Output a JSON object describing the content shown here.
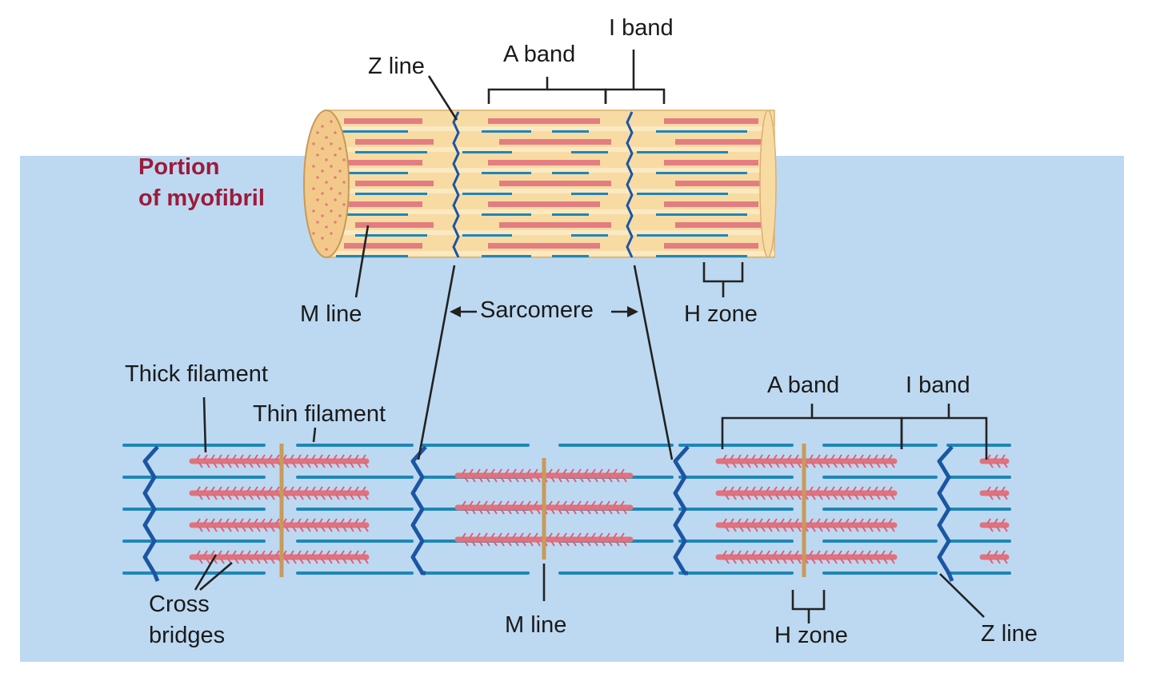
{
  "colors": {
    "panel": "#bdd9f1",
    "cylinder": "#f7dba3",
    "cylinder_end": "#f3c98a",
    "cylinder_light": "#fbecc9",
    "thick": "#e0727d",
    "thin": "#1f86b8",
    "zline": "#1b56a3",
    "mline": "#c99a5c",
    "bridge": "#d9607a",
    "title": "#9b1b3c"
  },
  "labels": {
    "portion_line1": "Portion",
    "portion_line2": "of myofibril",
    "z_line_top": "Z line",
    "a_band_top": "A band",
    "i_band_top": "I band",
    "m_line_top": "M line",
    "sarcomere": "Sarcomere",
    "h_zone_top": "H zone",
    "thick_filament": "Thick filament",
    "thin_filament": "Thin filament",
    "cross_line1": "Cross",
    "cross_line2": "bridges",
    "m_line_bottom": "M line",
    "a_band_bottom": "A band",
    "i_band_bottom": "I band",
    "h_zone_bottom": "H zone",
    "z_line_bottom": "Z line"
  }
}
